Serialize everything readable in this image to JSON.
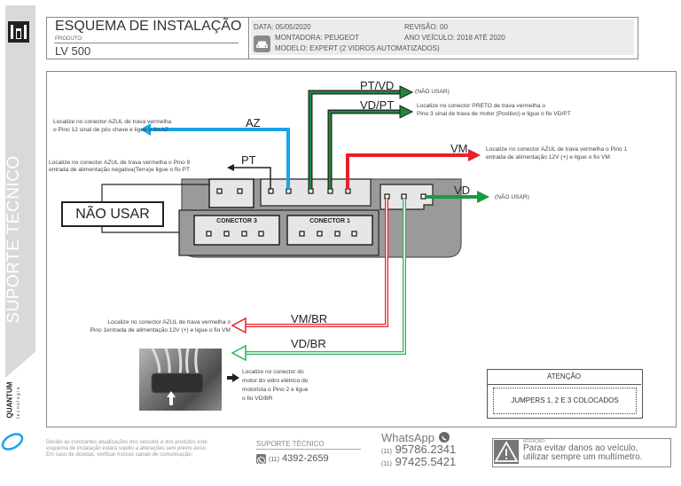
{
  "sidebar": {
    "vertical_label": "SUPORTE TÉCNICO",
    "brand_name": "QUANTUM",
    "brand_sub": "tecnologia",
    "icon": "tools-icon"
  },
  "header": {
    "title": "ESQUEMA DE INSTALAÇÃO",
    "product_label": "PRODUTO:",
    "product": "LV 500"
  },
  "info": {
    "date": "DATA: 05/05/2020",
    "revision": "REVISÃO: 00",
    "maker": "MONTADORA: PEUGEOT",
    "year": "ANO VEÍCULO: 2018 ATÉ 2020",
    "model": "MODELO: EXPERT (2 VIDROS AUTOMATIZADOS)",
    "icon": "car-icon"
  },
  "diagram": {
    "wires": [
      {
        "id": "pt-vd",
        "label": "PT/VD",
        "color": "#1f8a3a",
        "note": [
          "(NÃO USAR)"
        ]
      },
      {
        "id": "vd-pt",
        "label": "VD/PT",
        "color": "#1f8a3a",
        "note": [
          "Localize no conector PRETO de trava vermelha o",
          "Pino 3 sinal de trava de motor  (Positivo) e ligue o fio VD/PT"
        ]
      },
      {
        "id": "az",
        "label": "AZ",
        "color": "#1aa3e8",
        "note": [
          "Localize no conector AZUL de trava vermelha",
          "o Pino 12 sinal de pós chave e ligue o fio AZ"
        ]
      },
      {
        "id": "pt",
        "label": "PT",
        "color": "#222222",
        "note": [
          "Localize no conector AZUL de trava vermelha o Pino 9",
          "entrada de alimentação negativa(Terra)e ligue o fio PT"
        ]
      },
      {
        "id": "vm",
        "label": "VM",
        "color": "#e8202a",
        "note": [
          "Localize no conector AZUL de trava vermelha o Pino 1",
          "entrada de alimentação 12V (+) e ligue o fio VM"
        ]
      },
      {
        "id": "vd",
        "label": "VD",
        "color": "#1a9a40",
        "note": [
          "(NÃO USAR)"
        ]
      },
      {
        "id": "vm-br",
        "label": "VM/BR",
        "color": "#e8202a",
        "note": [
          "Localize no conector AZUL de trava vermelha o",
          "Pino 1entrada de alimentação 12V (+) e ligue o fio VM"
        ]
      },
      {
        "id": "vd-br",
        "label": "VD/BR",
        "color": "#2bb35a",
        "note": [
          "Localize no conector do",
          "motor do vidro elétrico do",
          "motorista o Pino 2 e ligue",
          "o fio VD/BR"
        ]
      }
    ],
    "nao_usar": "NÃO USAR",
    "connector3": "CONECTOR 3",
    "connector1": "CONECTOR 1",
    "attention": {
      "title": "ATENÇÃO",
      "text": "JUMPERS 1, 2 E 3 COLOCADOS"
    }
  },
  "footer": {
    "disclaimer": [
      "Devido as constantes atualizações dos veículos e dos produtos este",
      "esquema de instalação estará sujeito a alterações sem prévio aviso.",
      "Em caso de dúvidas, verificar nossos canais de comunicação:"
    ],
    "support_label": "SUPORTE TÉCNICO",
    "support_area": "(11)",
    "support_phone": "4392-2659",
    "whatsapp_label": "WhatsApp",
    "whatsapp_area": "(11)",
    "whatsapp_1": "95786.2341",
    "whatsapp_2": "97425.5421",
    "warning_label": "ATENÇÃO:",
    "warning_line1": "Para evitar danos ao veículo,",
    "warning_line2": "utilizar sempre um multímetro."
  }
}
